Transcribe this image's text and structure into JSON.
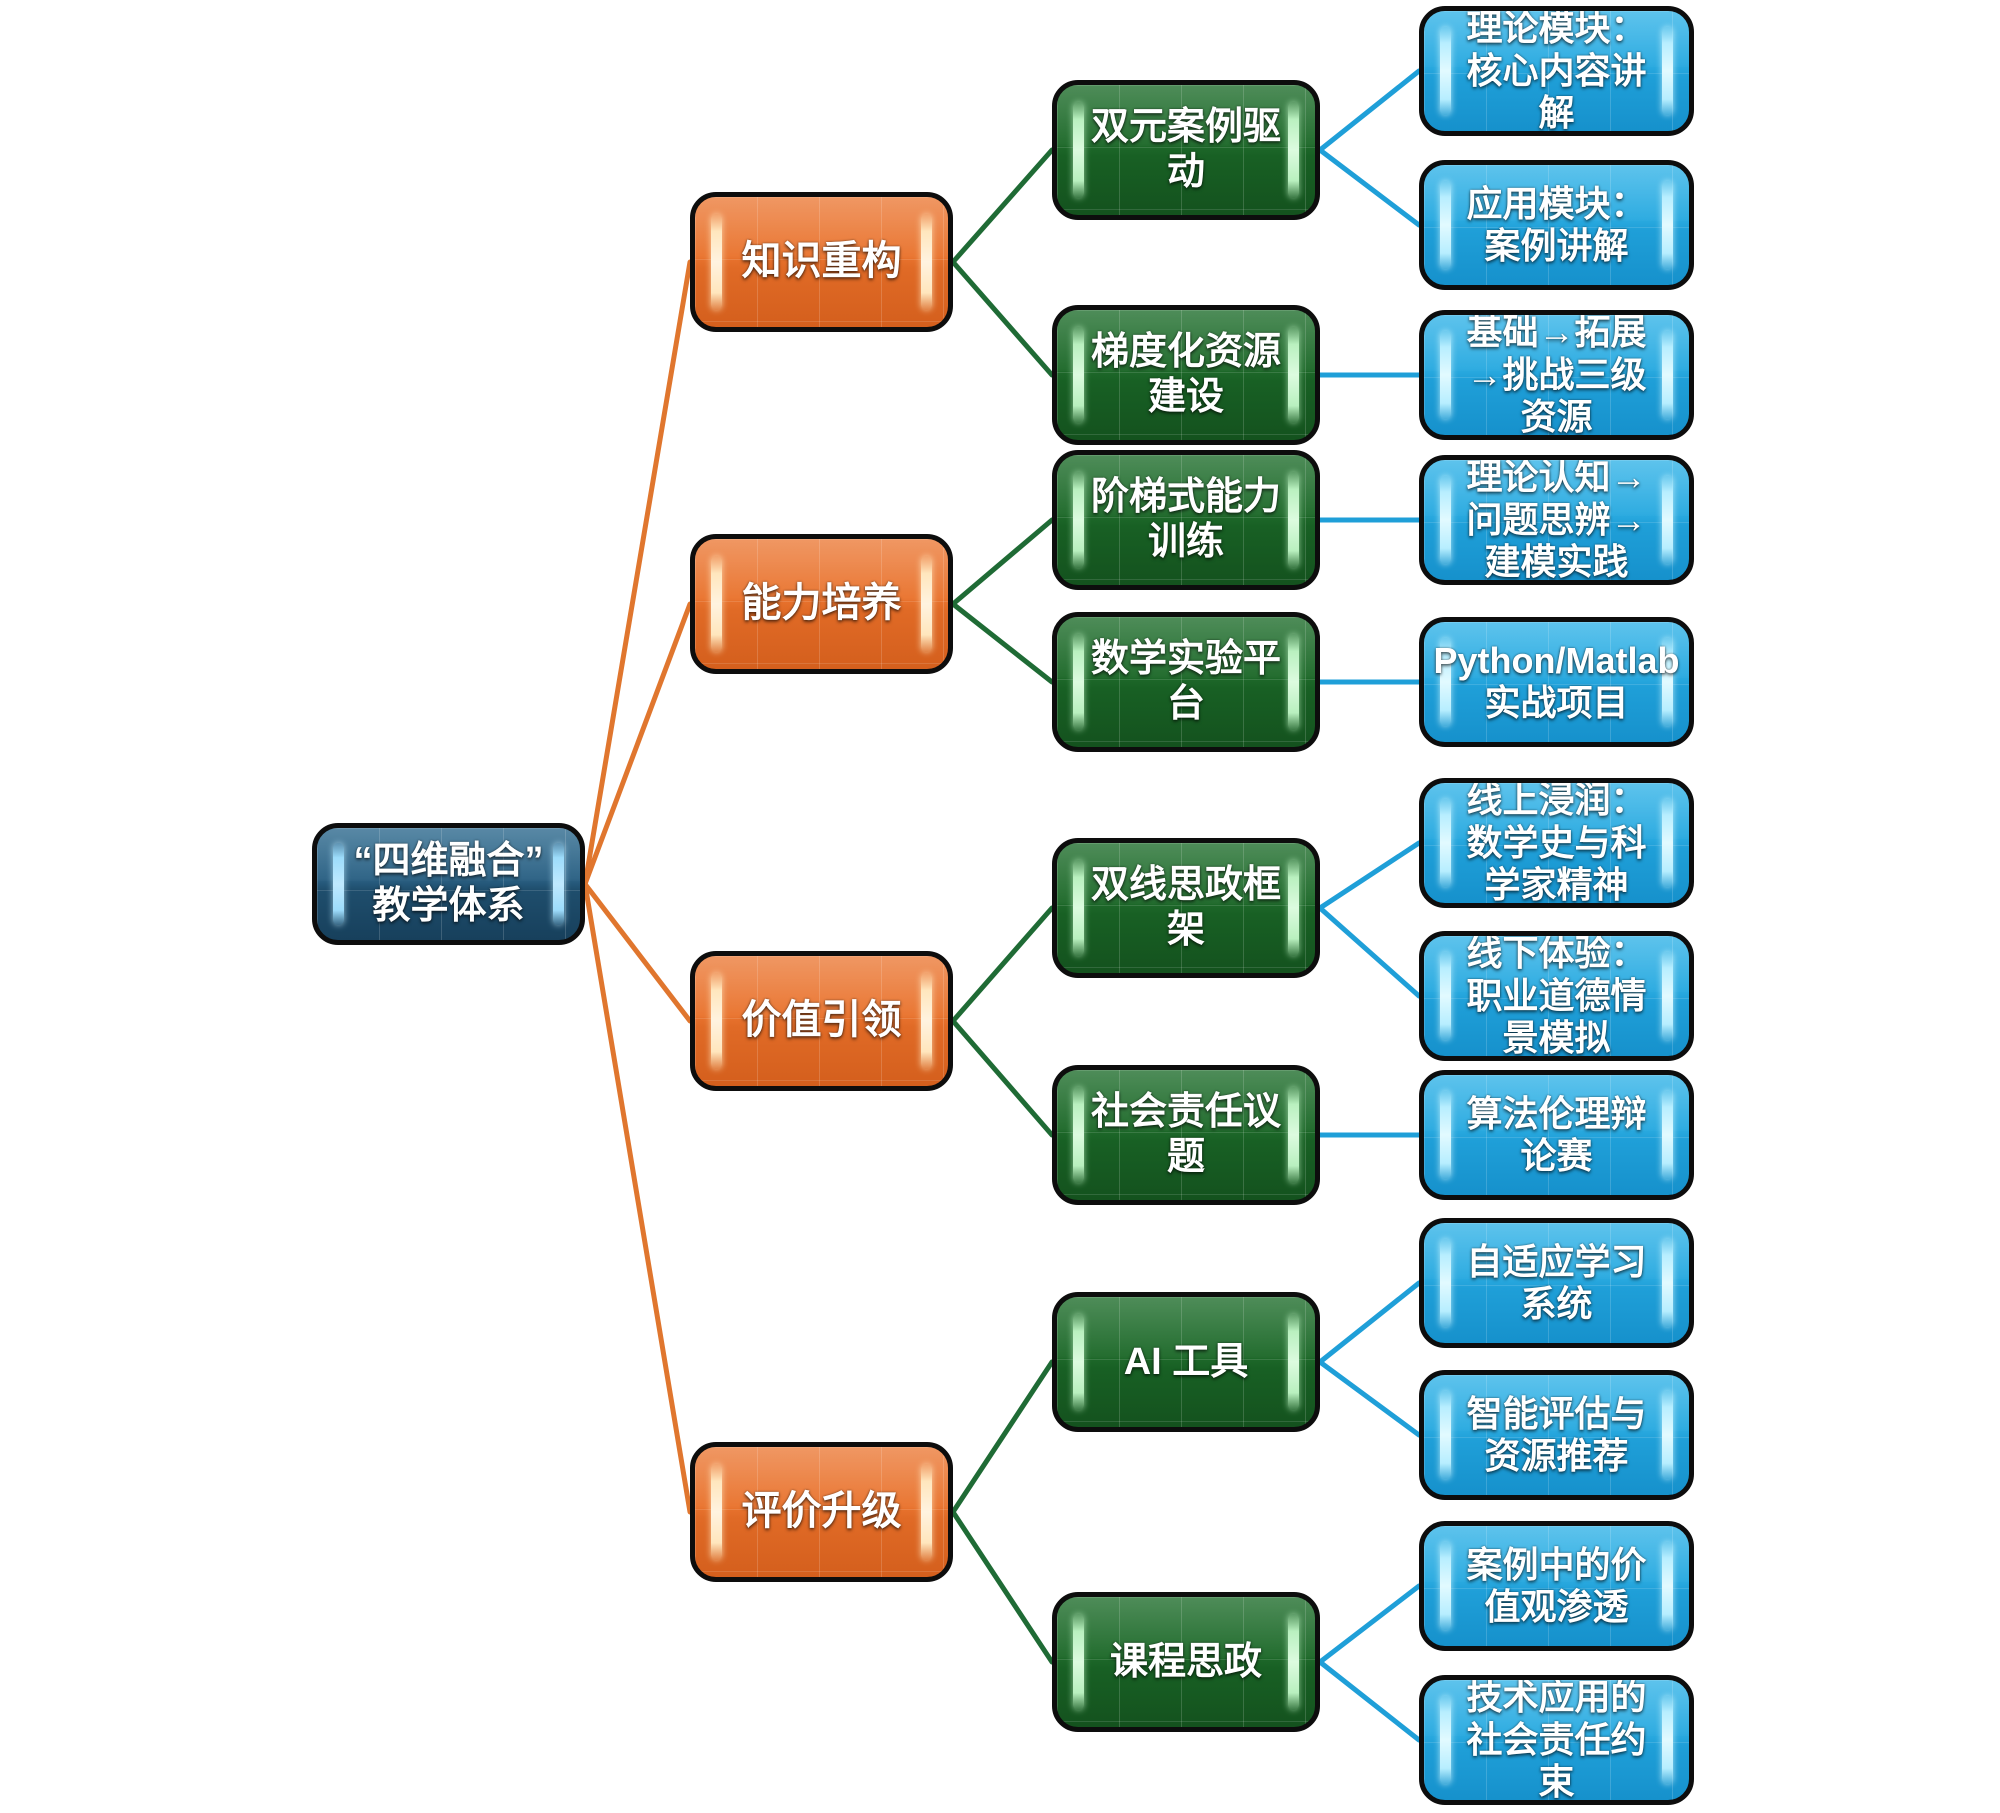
{
  "diagram": {
    "type": "mind-map",
    "title": "“四维融合” 教学体系",
    "colors": {
      "root": "#1f4e6d",
      "level1": "#e9742f",
      "level2": "#1f6a2b",
      "level3": "#2aaae0",
      "edge_root": "#e0762e",
      "edge_level1": "#1f6b35",
      "edge_level2": "#1f9fd8",
      "border": "#0d0d0d",
      "background": "#ffffff"
    }
  },
  "root": {
    "label": "“四维融合” 教学体系"
  },
  "branches": [
    {
      "label": "知识重构",
      "children": [
        {
          "label": "双元案例驱动",
          "leaves": [
            {
              "label": "理论模块：核心内容讲解"
            },
            {
              "label": "应用模块：案例讲解"
            }
          ]
        },
        {
          "label": "梯度化资源建设",
          "leaves": [
            {
              "label": "基础→拓展→挑战三级资源"
            }
          ]
        }
      ]
    },
    {
      "label": "能力培养",
      "children": [
        {
          "label": "阶梯式能力训练",
          "leaves": [
            {
              "label": "理论认知→问题思辨→建模实践"
            }
          ]
        },
        {
          "label": "数学实验平台",
          "leaves": [
            {
              "label": "Python/Matlab 实战项目"
            }
          ]
        }
      ]
    },
    {
      "label": "价值引领",
      "children": [
        {
          "label": "双线思政框架",
          "leaves": [
            {
              "label": "线上浸润：数学史与科学家精神"
            },
            {
              "label": "线下体验：职业道德情景模拟"
            }
          ]
        },
        {
          "label": "社会责任议题",
          "leaves": [
            {
              "label": "算法伦理辩论赛"
            }
          ]
        }
      ]
    },
    {
      "label": "评价升级",
      "children": [
        {
          "label": "AI 工具",
          "leaves": [
            {
              "label": "自适应学习系统"
            },
            {
              "label": "智能评估与资源推荐"
            }
          ]
        },
        {
          "label": "课程思政",
          "leaves": [
            {
              "label": "案例中的价值观渗透"
            },
            {
              "label": "技术应用的社会责任约束"
            }
          ]
        }
      ]
    }
  ]
}
